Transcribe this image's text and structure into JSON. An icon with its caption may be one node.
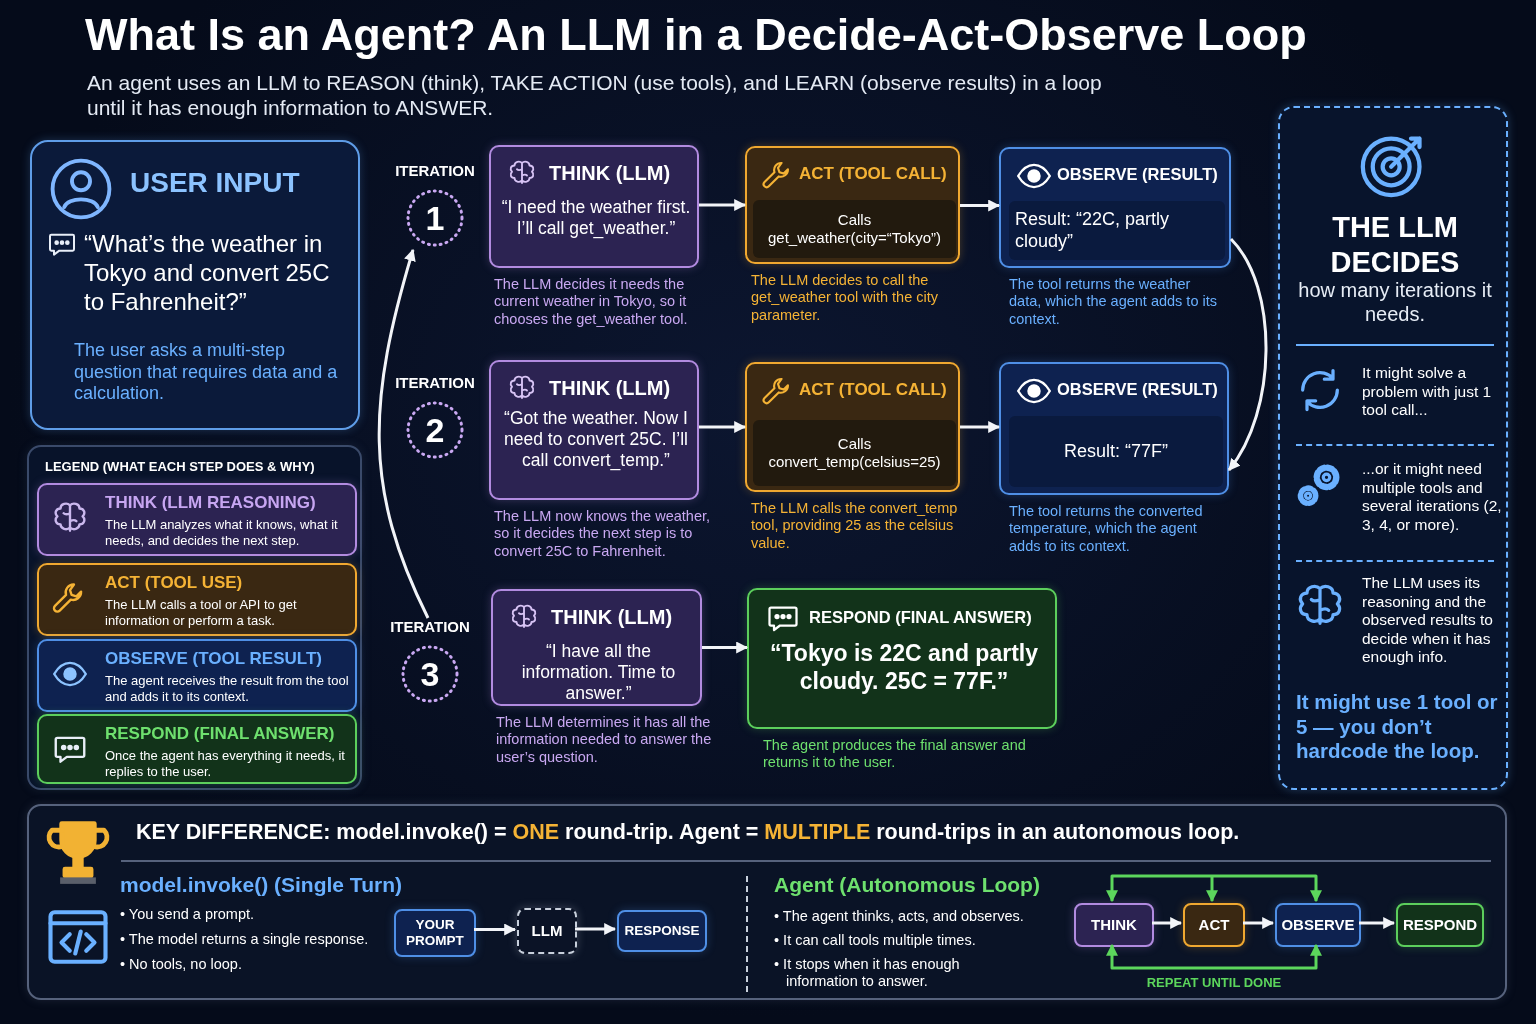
{
  "diagram": {
    "title": "What Is an Agent? An LLM in a Decide-Act-Observe Loop",
    "nodes": [
      {
        "text": [
          "USER INPUT",
          "“What’s the weather in Tokyo and convert 25C to Fahrenheit?”",
          "The user asks a multi-step question that requires data and a calculation."
        ]
      },
      {
        "text": [
          "LEGEND (WHAT EACH STEP DOES & WHY)"
        ]
      },
      {
        "text": [
          "THINK (LLM REASONING)",
          "The LLM analyzes what it knows, what it needs, and decides the next step."
        ],
        "in": 1
      },
      {
        "text": [
          "ACT (TOOL USE)",
          "The LLM calls a tool or API to get information or perform a task."
        ],
        "in": 1
      },
      {
        "text": [
          "OBSERVE (TOOL RESULT)",
          "The agent receives the result from the tool and adds it to its context."
        ],
        "in": 1
      },
      {
        "text": [
          "RESPOND (FINAL ANSWER)",
          "Once the agent has everything it needs, it replies to the user."
        ],
        "in": 1
      },
      {
        "text": [
          "ITERATION",
          "1"
        ]
      },
      {
        "text": [
          "THINK (LLM)",
          "“I need the weather first. I’ll call get_weather.”"
        ],
        "beside": [
          "The LLM decides it needs the current weather in Tokyo, so it chooses the get_weather tool."
        ]
      },
      {
        "text": [
          "ACT (TOOL CALL)",
          "Calls get_weather(city=“Tokyo”)"
        ],
        "beside": [
          "The LLM decides to call the get_weather tool with the city parameter."
        ]
      },
      {
        "text": [
          "OBSERVE (RESULT)",
          "Result: “22C, partly cloudy”"
        ],
        "beside": [
          "The tool returns the weather data, which the agent adds to its context."
        ]
      },
      {
        "text": [
          "ITERATION",
          "2"
        ]
      },
      {
        "text": [
          "THINK (LLM)",
          "“Got the weather. Now I need to convert 25C. I’ll call convert_temp.”"
        ],
        "beside": [
          "The LLM now knows the weather, so it decides the next step is to convert 25C to Fahrenheit."
        ]
      },
      {
        "text": [
          "ACT (TOOL CALL)",
          "Calls convert_temp(celsius=25)"
        ],
        "beside": [
          "The LLM calls the convert_temp tool, providing 25 as the celsius value."
        ]
      },
      {
        "text": [
          "OBSERVE (RESULT)",
          "Result: “77F”"
        ],
        "beside": [
          "The tool returns the converted temperature, which the agent adds to its context."
        ]
      },
      {
        "text": [
          "ITERATION",
          "3"
        ]
      },
      {
        "text": [
          "THINK (LLM)",
          "“I have all the information. Time to answer.”"
        ],
        "beside": [
          "The LLM determines it has all the information needed to answer the user’s question."
        ]
      },
      {
        "text": [
          "RESPOND (FINAL ANSWER)",
          "“Tokyo is 22C and partly cloudy. 25C = 77F.”"
        ],
        "beside": [
          "The agent produces the final answer and returns it to the user."
        ]
      },
      {
        "text": [
          "THE LLM DECIDES",
          "how many iterations it needs.",
          "It might solve a problem with just 1 tool call...",
          "...or it might need multiple tools and several iterations (2, 3, 4, or more).",
          "The LLM uses its reasoning and the observed results to decide when it has enough info.",
          "It might use 1 tool or 5 — you don’t hardcode the loop."
        ]
      },
      {
        "text": [
          "KEY DIFFERENCE: model.invoke() = **ONE** round-trip. Agent = **MULTIPLE** round-trips in an autonomous loop."
        ]
      },
      {
        "text": [
          "YOUR PROMPT"
        ],
        "in": 18
      },
      {
        "text": [
          "LLM"
        ],
        "in": 18
      },
      {
        "text": [
          "RESPONSE"
        ],
        "in": 18
      },
      {
        "text": [
          "THINK"
        ],
        "in": 18
      },
      {
        "text": [
          "ACT"
        ],
        "in": 18
      },
      {
        "text": [
          "OBSERVE"
        ],
        "in": 18
      },
      {
        "text": [
          "RESPOND"
        ],
        "in": 18
      }
    ],
    "edges": [
      {
        "from": 14,
        "to": 6,
        "arrow": "to"
      },
      {
        "from": 7,
        "to": 8,
        "arrow": "to"
      },
      {
        "from": 8,
        "to": 9,
        "arrow": "to"
      },
      {
        "from": 9,
        "to": 13,
        "arrow": "to"
      },
      {
        "from": 11,
        "to": 12,
        "arrow": "to"
      },
      {
        "from": 12,
        "to": 13,
        "arrow": "to"
      },
      {
        "from": 15,
        "to": 16,
        "arrow": "to"
      },
      {
        "from": 19,
        "to": 20,
        "arrow": "to"
      },
      {
        "from": 20,
        "to": 21,
        "arrow": "to"
      },
      {
        "from": 22,
        "to": 23,
        "arrow": "to"
      },
      {
        "from": 23,
        "to": 24,
        "arrow": "to"
      },
      {
        "from": 24,
        "to": 25,
        "arrow": "to"
      },
      {
        "from": 22,
        "to": 24,
        "arrow": "both",
        "color": "#5cd65c"
      },
      {
        "from": null,
        "to": 23,
        "arrow": "to",
        "color": "#5cd65c"
      },
      {
        "from": 24,
        "to": 22,
        "arrow": "both",
        "label": "REPEAT UNTIL DONE",
        "color": "#5cd65c"
      }
    ],
    "labels": [
      "An agent uses an LLM to REASON (think), TAKE ACTION (use tools), and LEARN (observe results) in a loop until it has enough information to ANSWER.",
      "model.invoke() (Single Turn)",
      "• You send a prompt.",
      "• The model returns a single response.",
      "• No tools, no loop.",
      "Agent (Autonomous Loop)",
      "• The agent thinks, acts, and observes.",
      "• It can call tools multiple times.",
      "• It stops when it has enough information to answer."
    ]
  }
}
